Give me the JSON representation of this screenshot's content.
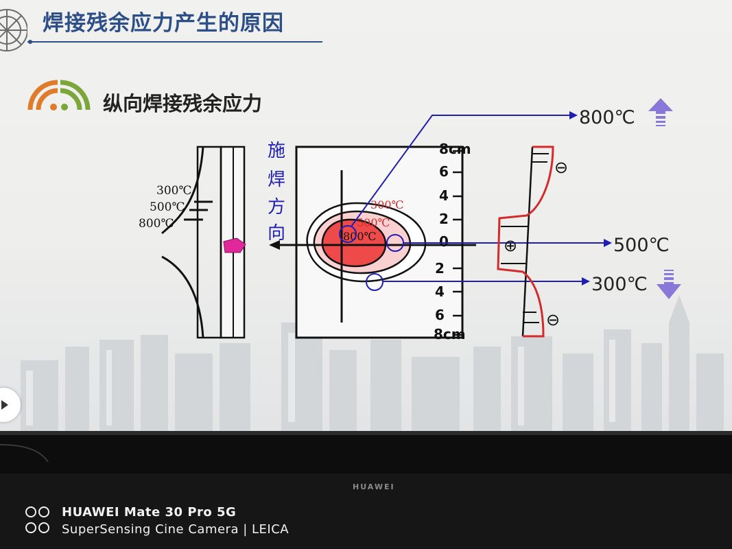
{
  "slide": {
    "title": "焊接残余应力产生的原因",
    "subtitle": "纵向焊接残余应力"
  },
  "diagram": {
    "weld_direction_chars": [
      "施",
      "焊",
      "方",
      "向"
    ],
    "left_temps": [
      "300℃",
      "500℃",
      "800℃"
    ],
    "contour_labels": [
      "300℃",
      "500℃",
      "800℃"
    ],
    "scale_labels_top": [
      "8cm",
      "6",
      "4",
      "2",
      "0"
    ],
    "scale_labels_bottom": [
      "2",
      "4",
      "6",
      "8cm"
    ],
    "callouts": [
      {
        "label": "800℃",
        "trend": "up"
      },
      {
        "label": "500℃",
        "trend": "none"
      },
      {
        "label": "300℃",
        "trend": "down"
      }
    ],
    "stress_signs": [
      "⊖",
      "⊕",
      "⊖"
    ],
    "colors": {
      "blue": "#1f1fb4",
      "red": "#d42a2a",
      "hot": "#ef4a4a",
      "arrow_purple": "#8a78d8",
      "magenta": "#e0289a"
    }
  },
  "device": {
    "bezel_brand": "HUAWEI",
    "watermark_line1": "HUAWEI Mate 30 Pro 5G",
    "watermark_line2": "SuperSensing Cine Camera | LEICA"
  }
}
